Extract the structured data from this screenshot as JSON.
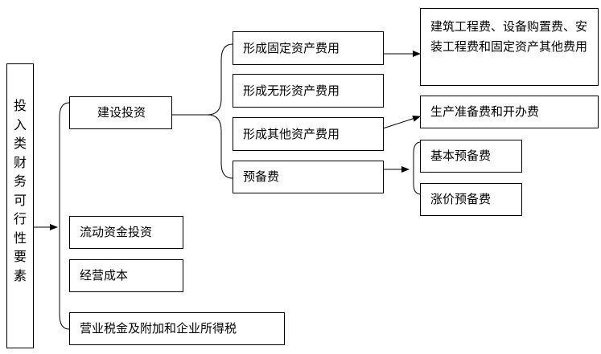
{
  "diagram": {
    "root": {
      "label": "投入类财务可行性要素"
    },
    "level1": [
      {
        "id": "invest",
        "label": "建设投资"
      },
      {
        "id": "working",
        "label": "流动资金投资"
      },
      {
        "id": "cost",
        "label": "经营成本"
      },
      {
        "id": "tax",
        "label": "营业税金及附加和企业所得税"
      }
    ],
    "level2": [
      {
        "id": "fixed",
        "label": "形成固定资产费用"
      },
      {
        "id": "intangible",
        "label": "形成无形资产费用"
      },
      {
        "id": "other",
        "label": "形成其他资产费用"
      },
      {
        "id": "reserve",
        "label": "预备费"
      }
    ],
    "level3": [
      {
        "id": "fixed_detail",
        "label": "建筑工程费、设备购置费、安装工程费和固定资产其他费用"
      },
      {
        "id": "prep",
        "label": "生产准备费和开办费"
      },
      {
        "id": "basic_reserve",
        "label": "基本预备费"
      },
      {
        "id": "price_reserve",
        "label": "涨价预备费"
      }
    ],
    "line_color": "#000000"
  }
}
